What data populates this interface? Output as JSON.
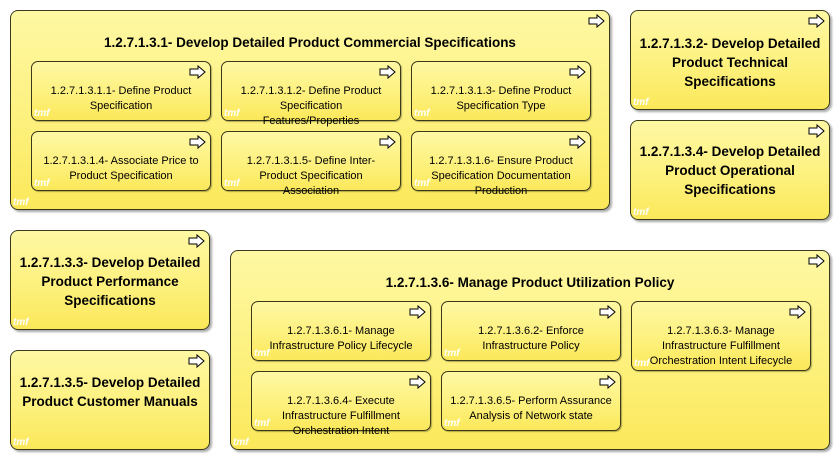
{
  "boxes": {
    "b1": {
      "title": "1.2.7.1.3.1- Develop Detailed Product Commercial Specifications",
      "children": [
        {
          "l1": "1.2.7.1.3.1.1- Define Product",
          "l2": "Specification",
          "l3": ""
        },
        {
          "l1": "1.2.7.1.3.1.2- Define Product",
          "l2": "Specification",
          "l3": "Features/Properties"
        },
        {
          "l1": "1.2.7.1.3.1.3- Define Product",
          "l2": "Specification Type",
          "l3": ""
        },
        {
          "l1": "1.2.7.1.3.1.4- Associate Price to",
          "l2": "Product Specification",
          "l3": ""
        },
        {
          "l1": "1.2.7.1.3.1.5- Define Inter-",
          "l2": "Product Specification",
          "l3": "Association"
        },
        {
          "l1": "1.2.7.1.3.1.6- Ensure Product",
          "l2": "Specification Documentation",
          "l3": "Production"
        }
      ]
    },
    "b2": {
      "l1": "1.2.7.1.3.2- Develop Detailed",
      "l2": "Product Technical",
      "l3": "Specifications"
    },
    "b3": {
      "l1": "1.2.7.1.3.3- Develop Detailed",
      "l2": "Product Performance",
      "l3": "Specifications"
    },
    "b4": {
      "l1": "1.2.7.1.3.4- Develop Detailed",
      "l2": "Product Operational",
      "l3": "Specifications"
    },
    "b5": {
      "l1": "1.2.7.1.3.5- Develop Detailed",
      "l2": "Product Customer Manuals"
    },
    "b6": {
      "title": "1.2.7.1.3.6- Manage Product Utilization Policy",
      "children": [
        {
          "l1": "1.2.7.1.3.6.1- Manage",
          "l2": "Infrastructure Policy Lifecycle",
          "l3": ""
        },
        {
          "l1": "1.2.7.1.3.6.2- Enforce",
          "l2": "Infrastructure Policy",
          "l3": ""
        },
        {
          "l1": "1.2.7.1.3.6.3- Manage",
          "l2": "Infrastructure Fulfillment",
          "l3": "Orchestration Intent Lifecycle"
        },
        {
          "l1": "1.2.7.1.3.6.4- Execute",
          "l2": "Infrastructure Fulfillment",
          "l3": "Orchestration Intent"
        },
        {
          "l1": "1.2.7.1.3.6.5- Perform Assurance",
          "l2": "Analysis of Network state",
          "l3": ""
        }
      ]
    }
  },
  "logo_text": "tmf",
  "icon": "process-arrow-icon",
  "colors": {
    "fill": "#fdf07a",
    "border": "#3a3a1a",
    "logo": "#e0707a"
  }
}
